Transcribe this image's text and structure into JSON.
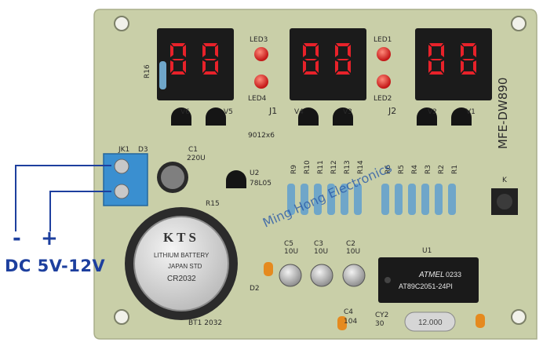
{
  "photo": {
    "board_model": "MFE-DW890",
    "transistor_type": "9012x6",
    "watermark": "Ming Hong Electronics",
    "power_caption": "DC 5V-12V",
    "polarity_minus": "-",
    "polarity_plus": "+",
    "mcu_brand": "ATMEL",
    "mcu_part": "AT89C2051-24PI",
    "mcu_date_code": "0233",
    "battery_brand": "K T S",
    "battery_text_1": "LITHIUM BATTERY",
    "battery_text_2": "JAPAN STD",
    "battery_model": "CR2032",
    "battery_holder_label": "BT1  2032",
    "crystal_label": "12.000",
    "regulator_label": "78L05",
    "labels": {
      "led1": "LED1",
      "led2": "LED2",
      "led3": "LED3",
      "led4": "LED4",
      "j1": "J1",
      "j2": "J2",
      "jk1": "JK1",
      "u1": "U1",
      "u2": "U2",
      "q1": "V1",
      "q2": "V2",
      "q3": "V3",
      "q4": "V4",
      "q5": "V5",
      "q6": "V6",
      "c1": "C1",
      "c1_val": "220U",
      "c2": "C2",
      "c3": "C3",
      "c5": "C5",
      "c4": "C4",
      "c4_val": "104",
      "cap_val": "10U",
      "cy2": "CY2",
      "cy2_val": "30",
      "d2": "D2",
      "d3": "D3",
      "k": "K",
      "r16": "R16",
      "r15": "R15",
      "r_left": [
        "R9",
        "R10",
        "R11",
        "R12",
        "R13",
        "R14"
      ],
      "r_right": [
        "R6",
        "R5",
        "R4",
        "R3",
        "R2",
        "R1"
      ]
    },
    "colors": {
      "board": "#c9cfa8",
      "display": "#1b1b1b",
      "segment_on": "#e8222a",
      "jack": "#3a8fd0",
      "wire": "#1d3f9e"
    }
  }
}
